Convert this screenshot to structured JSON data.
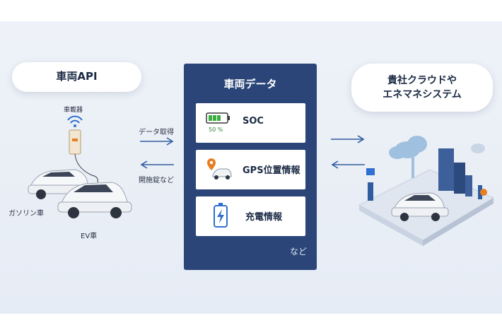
{
  "left": {
    "title": "車両API",
    "device_label": "車載器",
    "gas_car_label": "ガソリン車",
    "ev_car_label": "EV車"
  },
  "arrows_left": {
    "top_label": "データ取得",
    "bottom_label": "開施錠など"
  },
  "panel": {
    "title": "車両データ",
    "items": [
      {
        "label": "SOC",
        "icon": "battery-icon",
        "sub": "50 %"
      },
      {
        "label": "GPS位置情報",
        "icon": "car-location-icon"
      },
      {
        "label": "充電情報",
        "icon": "charging-battery-icon"
      }
    ],
    "etc": "など"
  },
  "right": {
    "title_line1": "貴社クラウドや",
    "title_line2": "エネマネシステム"
  },
  "colors": {
    "panel_bg": "#2b4578",
    "arrow": "#2f5d9e",
    "battery_green": "#3cae3f",
    "charge_blue": "#2f6fd1",
    "pin_orange": "#e67e22"
  }
}
